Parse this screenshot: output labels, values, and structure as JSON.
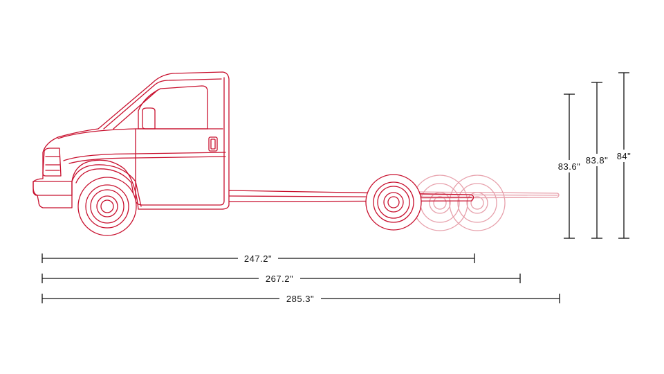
{
  "colors": {
    "truck_outline": "#c8102e",
    "truck_ghost_outline": "#e7a0ab",
    "dimension_line": "#111111",
    "background": "#ffffff"
  },
  "lengths": [
    {
      "label": "247.2\""
    },
    {
      "label": "267.2\""
    },
    {
      "label": "285.3\""
    }
  ],
  "heights": [
    {
      "label": "83.6\""
    },
    {
      "label": "83.8\""
    },
    {
      "label": "84\""
    }
  ]
}
